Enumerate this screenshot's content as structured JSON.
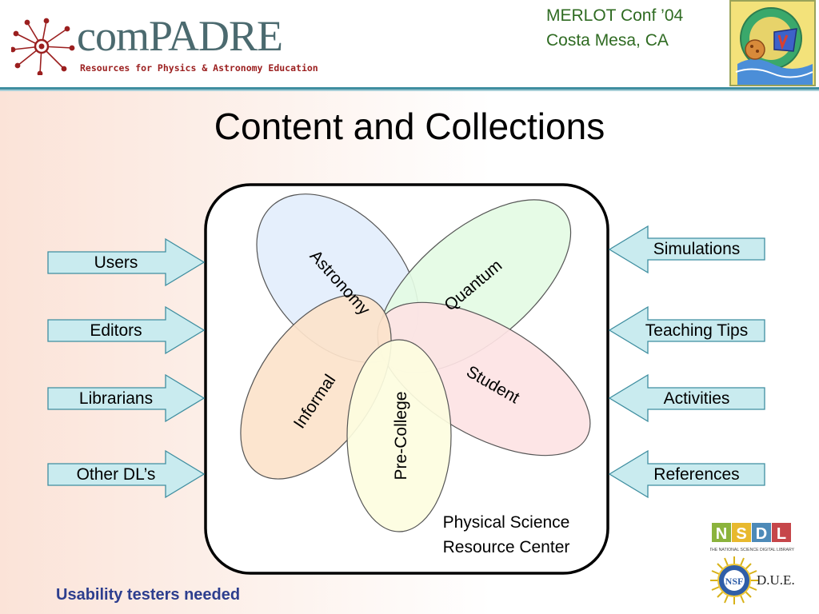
{
  "header": {
    "logo": {
      "name": "comPADRE",
      "tagline": "Resources for Physics & Astronomy Education"
    },
    "conference_line_1": "MERLOT Conf ’04",
    "conference_line_2": "Costa Mesa, CA"
  },
  "slide": {
    "title": "Content and Collections"
  },
  "diagram": {
    "petals": [
      {
        "label": "Astronomy",
        "fill": "#e3eefc"
      },
      {
        "label": "Quantum",
        "fill": "#e4fbe4"
      },
      {
        "label": "Student",
        "fill": "#fde3e4"
      },
      {
        "label": "Informal",
        "fill": "#fce3cb"
      },
      {
        "label": "Pre-College",
        "fill": "#fdfde0"
      }
    ],
    "center_caption_line_1": "Physical Science",
    "center_caption_line_2": "Resource Center",
    "left_inputs": [
      "Users",
      "Editors",
      "Librarians",
      "Other DL’s"
    ],
    "right_inputs": [
      "Simulations",
      "Teaching Tips",
      "Activities",
      "References"
    ],
    "arrow_fill": "#c9ebef",
    "arrow_stroke": "#3f8ea0"
  },
  "footer": {
    "note": "Usability testers needed",
    "partner_logos": [
      {
        "name": "NSDL",
        "subtitle": "THE NATIONAL SCIENCE DIGITAL LIBRARY"
      },
      {
        "name": "NSF",
        "caption": "D.U.E."
      }
    ]
  },
  "colors": {
    "accent_teal": "#3f8ea0",
    "title_green": "#2f6b22",
    "footer_blue": "#2d3e8e",
    "logo_red": "#9b1f1f"
  }
}
